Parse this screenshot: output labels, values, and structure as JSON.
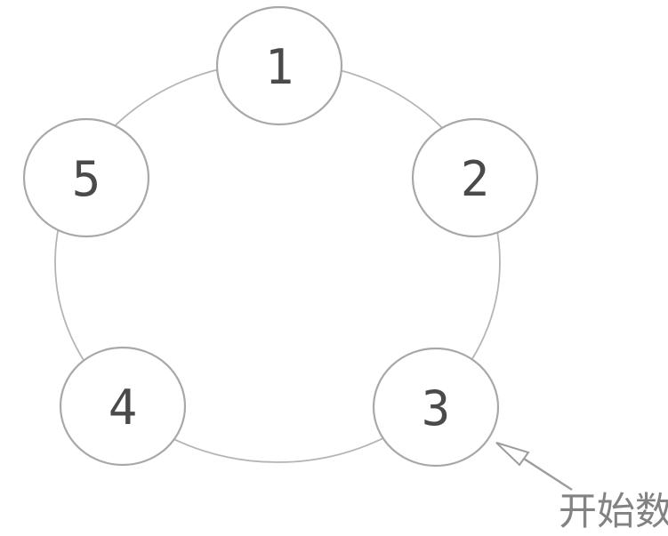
{
  "diagram": {
    "type": "circular-counting-diagram",
    "background": "#ffffff",
    "nodes": [
      {
        "id": "node-1",
        "label": "1"
      },
      {
        "id": "node-2",
        "label": "2"
      },
      {
        "id": "node-3",
        "label": "3"
      },
      {
        "id": "node-4",
        "label": "4"
      },
      {
        "id": "node-5",
        "label": "5"
      }
    ],
    "annotation": {
      "text": "开始数",
      "target_node": "3"
    },
    "colors": {
      "ring_stroke": "#b5b5b5",
      "node_stroke": "#a8a8a8",
      "node_fill": "#ffffff",
      "number": "#4a4a4a",
      "arrow": "#9c9c9c",
      "annotation_text": "#828282"
    }
  }
}
